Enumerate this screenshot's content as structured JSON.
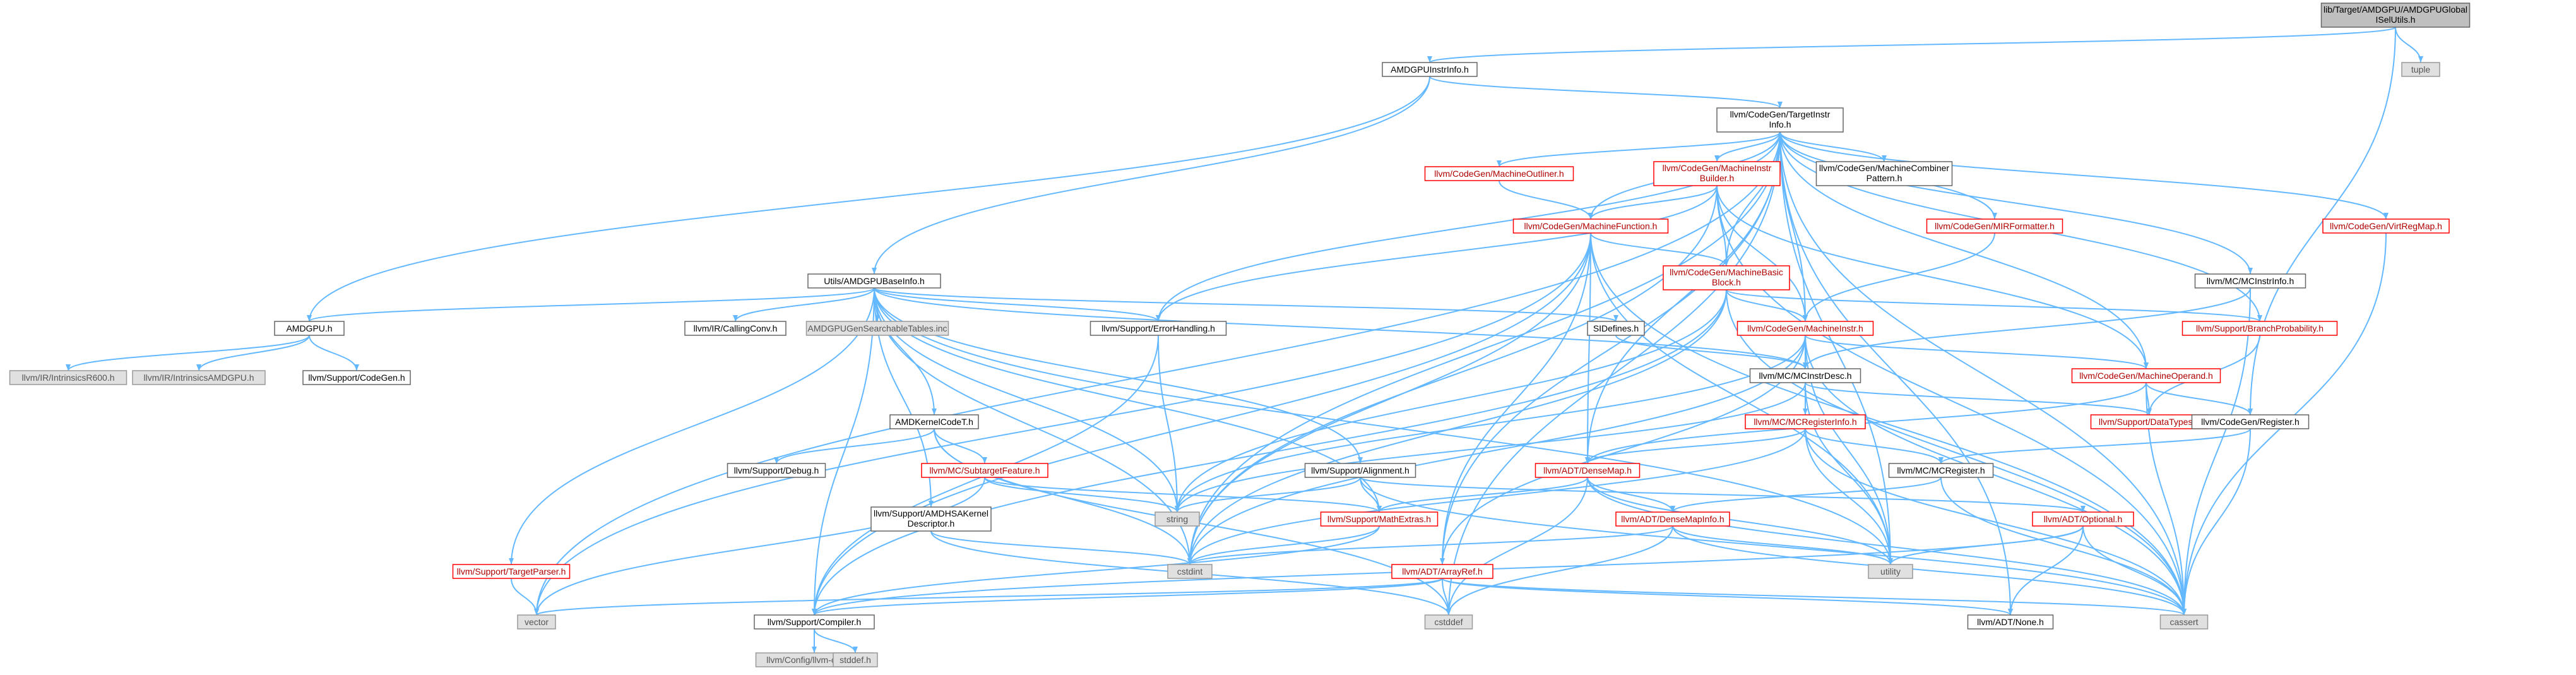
{
  "colors": {
    "edge": "#63b8ff",
    "root_fill": "#bfbfbf",
    "root_stroke": "#666666",
    "plain_fill": "#ffffff",
    "plain_stroke": "#666666",
    "red_stroke": "#ff0000",
    "red_text": "#b00000",
    "gray_fill": "#e0e0e0",
    "gray_stroke": "#999999",
    "gray_text": "#555555"
  },
  "nodes": [
    {
      "id": "root",
      "style": "root",
      "label": "lib/Target/AMDGPU/AMDGPUGlobal\nISelUtils.h"
    },
    {
      "id": "instrinfo",
      "style": "plain",
      "label": "AMDGPUInstrInfo.h"
    },
    {
      "id": "tuple",
      "style": "gray",
      "label": "tuple"
    },
    {
      "id": "tii",
      "style": "plain",
      "label": "llvm/CodeGen/TargetInstr\nInfo.h"
    },
    {
      "id": "amdgpuh",
      "style": "plain",
      "label": "AMDGPU.h"
    },
    {
      "id": "baseinfo",
      "style": "plain",
      "label": "Utils/AMDGPUBaseInfo.h"
    },
    {
      "id": "mo",
      "style": "red",
      "label": "llvm/CodeGen/MachineOutliner.h"
    },
    {
      "id": "mib",
      "style": "red",
      "label": "llvm/CodeGen/MachineInstr\nBuilder.h"
    },
    {
      "id": "mcp",
      "style": "plain",
      "label": "llvm/CodeGen/MachineCombiner\nPattern.h"
    },
    {
      "id": "mf",
      "style": "red",
      "label": "llvm/CodeGen/MachineFunction.h"
    },
    {
      "id": "mirf",
      "style": "red",
      "label": "llvm/CodeGen/MIRFormatter.h"
    },
    {
      "id": "vrm",
      "style": "red",
      "label": "llvm/CodeGen/VirtRegMap.h"
    },
    {
      "id": "mbb",
      "style": "red",
      "label": "llvm/CodeGen/MachineBasic\nBlock.h"
    },
    {
      "id": "mcinstrinfo",
      "style": "plain",
      "label": "llvm/MC/MCInstrInfo.h"
    },
    {
      "id": "r600",
      "style": "gray",
      "label": "llvm/IR/IntrinsicsR600.h"
    },
    {
      "id": "iramdgpu",
      "style": "gray",
      "label": "llvm/IR/IntrinsicsAMDGPU.h"
    },
    {
      "id": "supcg",
      "style": "plain",
      "label": "llvm/Support/CodeGen.h"
    },
    {
      "id": "callconv",
      "style": "plain",
      "label": "llvm/IR/CallingConv.h"
    },
    {
      "id": "searchable",
      "style": "gray",
      "label": "AMDGPUGenSearchableTables.inc"
    },
    {
      "id": "errh",
      "style": "plain",
      "label": "llvm/Support/ErrorHandling.h"
    },
    {
      "id": "sidefines",
      "style": "plain",
      "label": "SIDefines.h"
    },
    {
      "id": "mi",
      "style": "red",
      "label": "llvm/CodeGen/MachineInstr.h"
    },
    {
      "id": "bp",
      "style": "red",
      "label": "llvm/Support/BranchProbability.h"
    },
    {
      "id": "mcid",
      "style": "plain",
      "label": "llvm/MC/MCInstrDesc.h"
    },
    {
      "id": "mop",
      "style": "red",
      "label": "llvm/CodeGen/MachineOperand.h"
    },
    {
      "id": "akc",
      "style": "plain",
      "label": "AMDKernelCodeT.h"
    },
    {
      "id": "mcri",
      "style": "red",
      "label": "llvm/MC/MCRegisterInfo.h"
    },
    {
      "id": "datatypes",
      "style": "red",
      "label": "llvm/Support/DataTypes.h"
    },
    {
      "id": "cgreg",
      "style": "plain",
      "label": "llvm/CodeGen/Register.h"
    },
    {
      "id": "debug",
      "style": "plain",
      "label": "llvm/Support/Debug.h"
    },
    {
      "id": "subfeat",
      "style": "red",
      "label": "llvm/MC/SubtargetFeature.h"
    },
    {
      "id": "align",
      "style": "plain",
      "label": "llvm/Support/Alignment.h"
    },
    {
      "id": "densemap",
      "style": "red",
      "label": "llvm/ADT/DenseMap.h"
    },
    {
      "id": "mcreg",
      "style": "plain",
      "label": "llvm/MC/MCRegister.h"
    },
    {
      "id": "string",
      "style": "gray",
      "label": "string"
    },
    {
      "id": "hsa",
      "style": "plain",
      "label": "llvm/Support/AMDHSAKernel\nDescriptor.h"
    },
    {
      "id": "mathext",
      "style": "red",
      "label": "llvm/Support/MathExtras.h"
    },
    {
      "id": "dmi",
      "style": "red",
      "label": "llvm/ADT/DenseMapInfo.h"
    },
    {
      "id": "optional",
      "style": "red",
      "label": "llvm/ADT/Optional.h"
    },
    {
      "id": "tparser",
      "style": "red",
      "label": "llvm/Support/TargetParser.h"
    },
    {
      "id": "cstdint",
      "style": "gray",
      "label": "cstdint"
    },
    {
      "id": "utility",
      "style": "gray",
      "label": "utility"
    },
    {
      "id": "arrayref",
      "style": "red",
      "label": "llvm/ADT/ArrayRef.h"
    },
    {
      "id": "vector",
      "style": "gray",
      "label": "vector"
    },
    {
      "id": "compiler",
      "style": "plain",
      "label": "llvm/Support/Compiler.h"
    },
    {
      "id": "cstddef",
      "style": "gray",
      "label": "cstddef"
    },
    {
      "id": "none",
      "style": "plain",
      "label": "llvm/ADT/None.h"
    },
    {
      "id": "cassert",
      "style": "gray",
      "label": "cassert"
    },
    {
      "id": "config",
      "style": "gray",
      "label": "llvm/Config/llvm-config.h"
    },
    {
      "id": "stddef",
      "style": "gray",
      "label": "stddef.h"
    }
  ],
  "edges": [
    [
      "root",
      "instrinfo"
    ],
    [
      "root",
      "tuple"
    ],
    [
      "root",
      "cgreg"
    ],
    [
      "instrinfo",
      "tii"
    ],
    [
      "instrinfo",
      "amdgpuh"
    ],
    [
      "instrinfo",
      "baseinfo"
    ],
    [
      "tii",
      "mo"
    ],
    [
      "tii",
      "mib"
    ],
    [
      "tii",
      "mcp"
    ],
    [
      "tii",
      "mf"
    ],
    [
      "tii",
      "mirf"
    ],
    [
      "tii",
      "vrm"
    ],
    [
      "tii",
      "mbb"
    ],
    [
      "tii",
      "mcinstrinfo"
    ],
    [
      "tii",
      "mi"
    ],
    [
      "tii",
      "bp"
    ],
    [
      "tii",
      "mop"
    ],
    [
      "tii",
      "errh"
    ],
    [
      "tii",
      "densemap"
    ],
    [
      "tii",
      "arrayref"
    ],
    [
      "tii",
      "cassert"
    ],
    [
      "tii",
      "cstdint"
    ],
    [
      "tii",
      "cstddef"
    ],
    [
      "tii",
      "utility"
    ],
    [
      "tii",
      "vector"
    ],
    [
      "tii",
      "none"
    ],
    [
      "amdgpuh",
      "r600"
    ],
    [
      "amdgpuh",
      "iramdgpu"
    ],
    [
      "amdgpuh",
      "supcg"
    ],
    [
      "baseinfo",
      "amdgpuh"
    ],
    [
      "baseinfo",
      "callconv"
    ],
    [
      "baseinfo",
      "searchable"
    ],
    [
      "baseinfo",
      "errh"
    ],
    [
      "baseinfo",
      "sidefines"
    ],
    [
      "baseinfo",
      "akc"
    ],
    [
      "baseinfo",
      "mcid"
    ],
    [
      "baseinfo",
      "align"
    ],
    [
      "baseinfo",
      "hsa"
    ],
    [
      "baseinfo",
      "tparser"
    ],
    [
      "baseinfo",
      "compiler"
    ],
    [
      "baseinfo",
      "cstdint"
    ],
    [
      "baseinfo",
      "string"
    ],
    [
      "baseinfo",
      "utility"
    ],
    [
      "baseinfo",
      "mathext"
    ],
    [
      "mo",
      "mf"
    ],
    [
      "mib",
      "mf"
    ],
    [
      "mib",
      "mbb"
    ],
    [
      "mib",
      "mi"
    ],
    [
      "mib",
      "mop"
    ],
    [
      "mib",
      "errh"
    ],
    [
      "mib",
      "cstdint"
    ],
    [
      "mib",
      "cassert"
    ],
    [
      "mf",
      "mbb"
    ],
    [
      "mf",
      "densemap"
    ],
    [
      "mf",
      "arrayref"
    ],
    [
      "mf",
      "compiler"
    ],
    [
      "mf",
      "cstdint"
    ],
    [
      "mf",
      "utility"
    ],
    [
      "mf",
      "cassert"
    ],
    [
      "mf",
      "vector"
    ],
    [
      "mirf",
      "mi"
    ],
    [
      "vrm",
      "cassert"
    ],
    [
      "mbb",
      "mi"
    ],
    [
      "mbb",
      "bp"
    ],
    [
      "mbb",
      "cstdint"
    ],
    [
      "mbb",
      "cassert"
    ],
    [
      "mbb",
      "string"
    ],
    [
      "mbb",
      "compiler"
    ],
    [
      "mcinstrinfo",
      "mcid"
    ],
    [
      "mcinstrinfo",
      "cassert"
    ],
    [
      "errh",
      "compiler"
    ],
    [
      "errh",
      "string"
    ],
    [
      "sidefines",
      "mcid"
    ],
    [
      "mi",
      "mcid"
    ],
    [
      "mi",
      "mop"
    ],
    [
      "mi",
      "arrayref"
    ],
    [
      "mi",
      "utility"
    ],
    [
      "mi",
      "cassert"
    ],
    [
      "mi",
      "string"
    ],
    [
      "mi",
      "cstdint"
    ],
    [
      "mi",
      "densemapinfo"
    ],
    [
      "bp",
      "datatypes"
    ],
    [
      "mcid",
      "mcri"
    ],
    [
      "mcid",
      "datatypes"
    ],
    [
      "mcid",
      "utility"
    ],
    [
      "mcid",
      "string"
    ],
    [
      "mop",
      "datatypes"
    ],
    [
      "mop",
      "cgreg"
    ],
    [
      "mop",
      "densemap"
    ],
    [
      "mop",
      "cassert"
    ],
    [
      "akc",
      "debug"
    ],
    [
      "akc",
      "subfeat"
    ],
    [
      "akc",
      "cstddef"
    ],
    [
      "akc",
      "cstdint"
    ],
    [
      "mcri",
      "densemap"
    ],
    [
      "mcri",
      "mcreg"
    ],
    [
      "mcri",
      "utility"
    ],
    [
      "mcri",
      "cassert"
    ],
    [
      "mcri",
      "cstdint"
    ],
    [
      "cgreg",
      "mcreg"
    ],
    [
      "cgreg",
      "cassert"
    ],
    [
      "subfeat",
      "string"
    ],
    [
      "subfeat",
      "vector"
    ],
    [
      "subfeat",
      "mathext"
    ],
    [
      "align",
      "mathext"
    ],
    [
      "align",
      "optional"
    ],
    [
      "align",
      "string"
    ],
    [
      "align",
      "cassert"
    ],
    [
      "densemap",
      "dmi"
    ],
    [
      "densemap",
      "mathext"
    ],
    [
      "densemap",
      "cstddef"
    ],
    [
      "densemap",
      "utility"
    ],
    [
      "densemap",
      "cassert"
    ],
    [
      "mcreg",
      "dmi"
    ],
    [
      "mcreg",
      "cassert"
    ],
    [
      "hsa",
      "cstddef"
    ],
    [
      "hsa",
      "cstdint"
    ],
    [
      "mathext",
      "compiler"
    ],
    [
      "mathext",
      "cstdint"
    ],
    [
      "dmi",
      "cstdint"
    ],
    [
      "dmi",
      "utility"
    ],
    [
      "dmi",
      "cassert"
    ],
    [
      "dmi",
      "cstddef"
    ],
    [
      "optional",
      "none"
    ],
    [
      "optional",
      "compiler"
    ],
    [
      "optional",
      "cassert"
    ],
    [
      "optional",
      "utility"
    ],
    [
      "tparser",
      "vector"
    ],
    [
      "arrayref",
      "none"
    ],
    [
      "arrayref",
      "compiler"
    ],
    [
      "arrayref",
      "vector"
    ],
    [
      "arrayref",
      "cassert"
    ],
    [
      "arrayref",
      "cstddef"
    ],
    [
      "compiler",
      "config"
    ],
    [
      "compiler",
      "stddef"
    ]
  ]
}
